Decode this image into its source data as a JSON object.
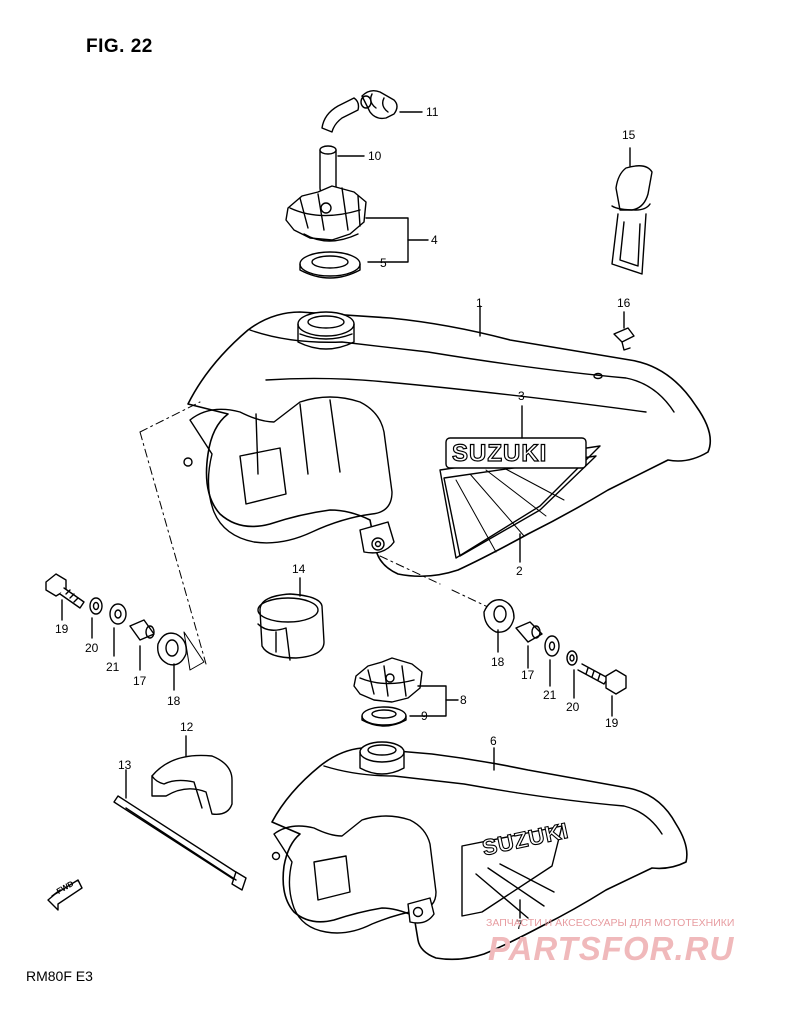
{
  "figure": {
    "title": "FIG. 22"
  },
  "model": {
    "label": "RM80F  E3"
  },
  "brand_text": {
    "tank_main": "SUZUKI",
    "tank_alt": "SUZUKI"
  },
  "direction": {
    "fwd_label": "FWD"
  },
  "callouts": [
    {
      "key": "c1",
      "label": "1"
    },
    {
      "key": "c2",
      "label": "2"
    },
    {
      "key": "c3",
      "label": "3"
    },
    {
      "key": "c4",
      "label": "4"
    },
    {
      "key": "c5",
      "label": "5"
    },
    {
      "key": "c6",
      "label": "6"
    },
    {
      "key": "c7",
      "label": "7"
    },
    {
      "key": "c8",
      "label": "8"
    },
    {
      "key": "c9",
      "label": "9"
    },
    {
      "key": "c10",
      "label": "10"
    },
    {
      "key": "c11",
      "label": "11"
    },
    {
      "key": "c12",
      "label": "12"
    },
    {
      "key": "c13",
      "label": "13"
    },
    {
      "key": "c14",
      "label": "14"
    },
    {
      "key": "c15",
      "label": "15"
    },
    {
      "key": "c16",
      "label": "16"
    },
    {
      "key": "c17l",
      "label": "17"
    },
    {
      "key": "c18l",
      "label": "18"
    },
    {
      "key": "c19l",
      "label": "19"
    },
    {
      "key": "c20l",
      "label": "20"
    },
    {
      "key": "c21l",
      "label": "21"
    },
    {
      "key": "c17r",
      "label": "17"
    },
    {
      "key": "c18r",
      "label": "18"
    },
    {
      "key": "c19r",
      "label": "19"
    },
    {
      "key": "c20r",
      "label": "20"
    },
    {
      "key": "c21r",
      "label": "21"
    }
  ],
  "watermark": {
    "line1": "ЗАПЧАСТИ И АКСЕССУАРЫ ДЛЯ МОТОТЕХНИКИ",
    "logo": "PARTSFOR.RU",
    "color": "#f0b9bb"
  }
}
